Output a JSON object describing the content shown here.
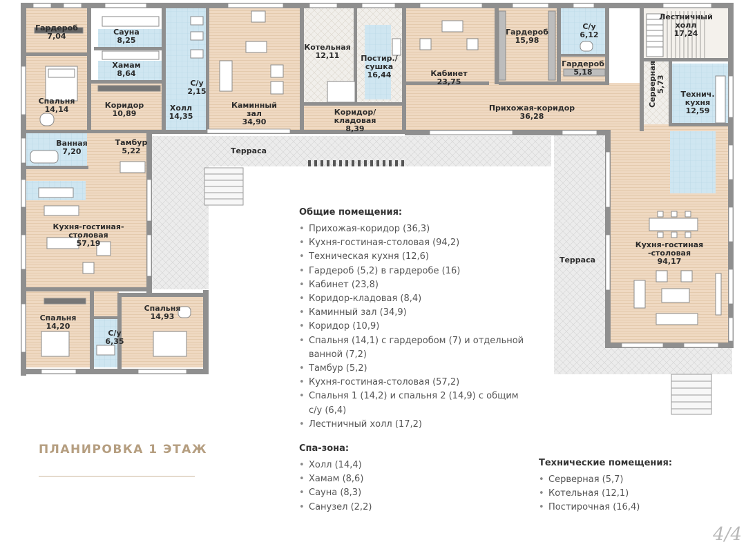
{
  "title": "ПЛАНИРОВКА 1 ЭТАЖ",
  "page_number": "4/4",
  "rooms": [
    {
      "id": "wardrobe-1",
      "name": "Гардероб",
      "area": "7,04"
    },
    {
      "id": "sauna",
      "name": "Сауна",
      "area": "8,25"
    },
    {
      "id": "hamam",
      "name": "Хамам",
      "area": "8,64"
    },
    {
      "id": "bedroom-1",
      "name": "Спальня",
      "area": "14,14"
    },
    {
      "id": "corridor",
      "name": "Коридор",
      "area": "10,89"
    },
    {
      "id": "wc-small",
      "name": "С/у",
      "area": "2,15"
    },
    {
      "id": "hall",
      "name": "Холл",
      "area": "14,35"
    },
    {
      "id": "fireplace",
      "name": "Каминный зал",
      "area": "34,90"
    },
    {
      "id": "boiler",
      "name": "Котельная",
      "area": "12,11"
    },
    {
      "id": "laundry",
      "name": "Постир./ сушка",
      "area": "16,44"
    },
    {
      "id": "corridor-storage",
      "name": "Коридор/ кладовая",
      "area": "8,39"
    },
    {
      "id": "cabinet",
      "name": "Кабинет",
      "area": "23,75"
    },
    {
      "id": "wardrobe-2",
      "name": "Гардероб",
      "area": "15,98"
    },
    {
      "id": "wc-2",
      "name": "С/у",
      "area": "6,12"
    },
    {
      "id": "wardrobe-3",
      "name": "Гардероб",
      "area": "5,18"
    },
    {
      "id": "stair-hall",
      "name": "Лестничный холл",
      "area": "17,24"
    },
    {
      "id": "server",
      "name": "Серверная",
      "area": "5,73"
    },
    {
      "id": "tech-kitchen",
      "name": "Технич. кухня",
      "area": "12,59"
    },
    {
      "id": "entrance-corridor",
      "name": "Прихожая-коридор",
      "area": "36,28"
    },
    {
      "id": "bathroom",
      "name": "Ванная",
      "area": "7,20"
    },
    {
      "id": "tambour",
      "name": "Тамбур",
      "area": "5,22"
    },
    {
      "id": "kitchen-left",
      "name": "Кухня-гостиная- столовая",
      "area": "57,19"
    },
    {
      "id": "kitchen-right",
      "name": "Кухня-гостиная -столовая",
      "area": "94,17"
    },
    {
      "id": "bedroom-2",
      "name": "Спальня",
      "area": "14,20"
    },
    {
      "id": "bedroom-3",
      "name": "Спальня",
      "area": "14,93"
    },
    {
      "id": "wc-3",
      "name": "С/у",
      "area": "6,35"
    }
  ],
  "terraces": [
    "Терраса",
    "Терраса"
  ],
  "legend": {
    "common": {
      "heading": "Общие помещения:",
      "items": [
        "Прихожая-коридор (36,3)",
        "Кухня-гостиная-столовая (94,2)",
        "Техническая кухня (12,6)",
        "Гардероб (5,2) в гардеробе (16)",
        "Кабинет (23,8)",
        "Коридор-кладовая (8,4)",
        "Каминный зал (34,9)",
        "Коридор (10,9)",
        "Спальня (14,1) с гардеробом (7) и отдельной ванной (7,2)",
        "Тамбур (5,2)",
        "Кухня-гостиная-столовая (57,2)",
        "Спальня 1 (14,2) и спальня 2 (14,9) с общим с/у (6,4)",
        "Лестничный холл (17,2)"
      ]
    },
    "spa": {
      "heading": "Спа-зона:",
      "items": [
        "Холл (14,4)",
        "Хамам (8,6)",
        "Сауна (8,3)",
        "Санузел (2,2)"
      ]
    },
    "tech": {
      "heading": "Технические помещения:",
      "items": [
        "Серверная (5,7)",
        "Котельная (12,1)",
        "Постирочная (16,4)"
      ]
    }
  },
  "colors": {
    "wall": "#8f8f8f",
    "floor_wood": "#efd9c2",
    "tile_blue": "#cfe6f1",
    "terrace": "#e7e7e7",
    "title": "#b59e80"
  }
}
